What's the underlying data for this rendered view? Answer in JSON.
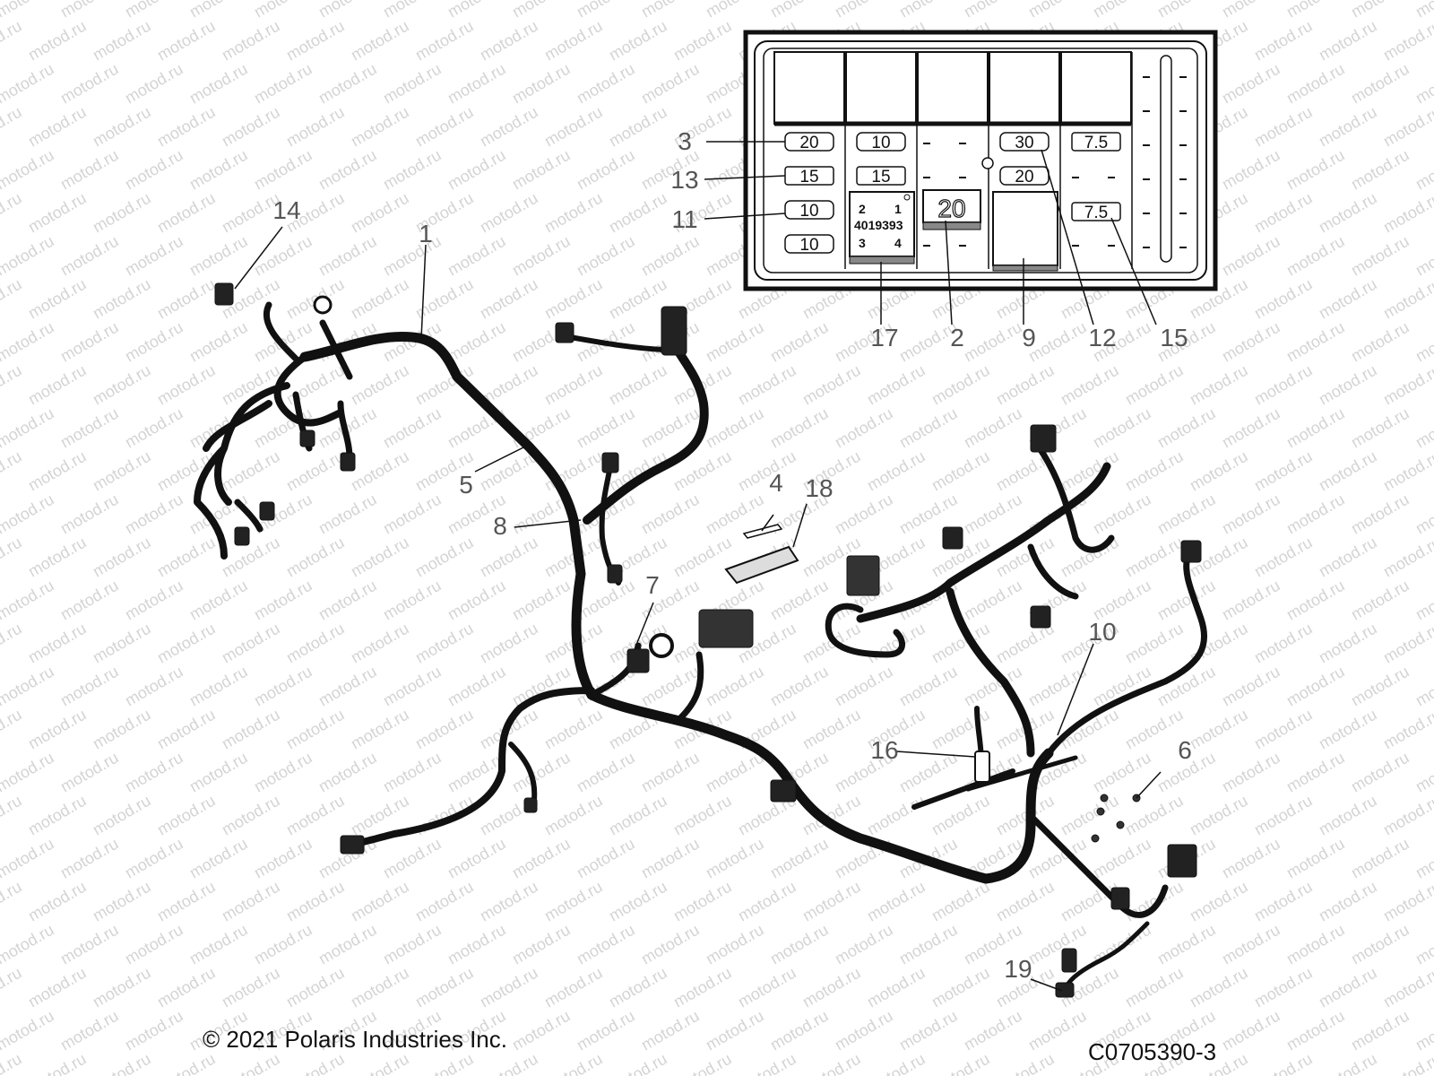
{
  "watermark": "motod.ru",
  "fuse_box": {
    "fuses": [
      {
        "id": "fuse-20-a",
        "label": "20"
      },
      {
        "id": "fuse-15-a",
        "label": "15"
      },
      {
        "id": "fuse-10-a",
        "label": "10"
      },
      {
        "id": "fuse-10-b",
        "label": "10"
      },
      {
        "id": "fuse-10-c",
        "label": "10"
      },
      {
        "id": "fuse-15-b",
        "label": "15"
      },
      {
        "id": "fuse-30",
        "label": "30"
      },
      {
        "id": "fuse-20-b",
        "label": "20"
      },
      {
        "id": "fuse-7-5-a",
        "label": "7.5"
      },
      {
        "id": "fuse-7-5-b",
        "label": "7.5"
      }
    ],
    "relay": {
      "pin_2": "2",
      "pin_1": "1",
      "part_number": "4019393",
      "pin_3": "3",
      "pin_4": "4"
    },
    "maxi_fuse": "20"
  },
  "callouts": [
    "1",
    "2",
    "3",
    "4",
    "5",
    "6",
    "7",
    "8",
    "9",
    "10",
    "11",
    "12",
    "13",
    "14",
    "15",
    "16",
    "17",
    "18",
    "19"
  ],
  "footer": {
    "copyright": "© 2021 Polaris Industries Inc.",
    "drawing_number": "C0705390-3"
  }
}
